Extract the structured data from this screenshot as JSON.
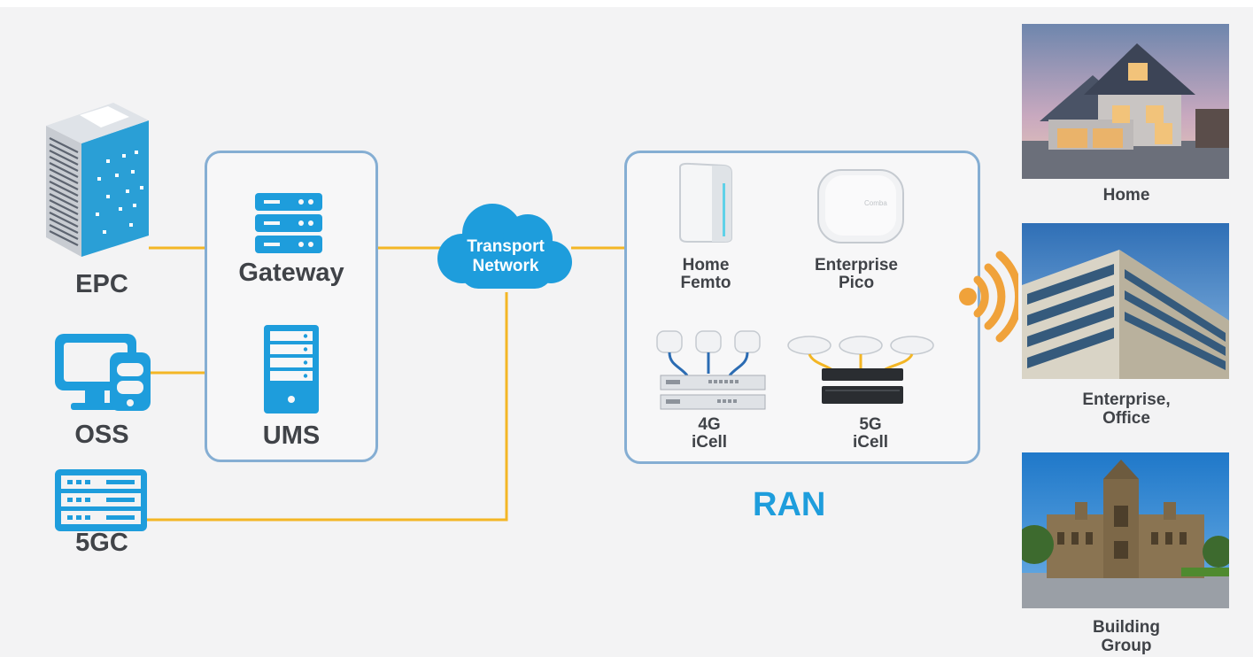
{
  "core": {
    "epc_label": "EPC",
    "oss_label": "OSS",
    "fivegc_label": "5GC"
  },
  "management": {
    "gateway_label": "Gateway",
    "ums_label": "UMS"
  },
  "transport": {
    "line1": "Transport",
    "line2": "Network"
  },
  "ran": {
    "title": "RAN",
    "devices": [
      {
        "line1": "Home",
        "line2": "Femto"
      },
      {
        "line1": "Enterprise",
        "line2": "Pico"
      },
      {
        "line1": "4G",
        "line2": "iCell"
      },
      {
        "line1": "5G",
        "line2": "iCell"
      }
    ]
  },
  "scenarios": [
    {
      "line1": "Home",
      "line2": ""
    },
    {
      "line1": "Enterprise,",
      "line2": "Office"
    },
    {
      "line1": "Building",
      "line2": "Group"
    }
  ],
  "colors": {
    "link": "#f3b625",
    "icon_blue": "#1e9ddc",
    "box_border": "#85aed3",
    "signal": "#f0a23a",
    "text": "#404348"
  }
}
